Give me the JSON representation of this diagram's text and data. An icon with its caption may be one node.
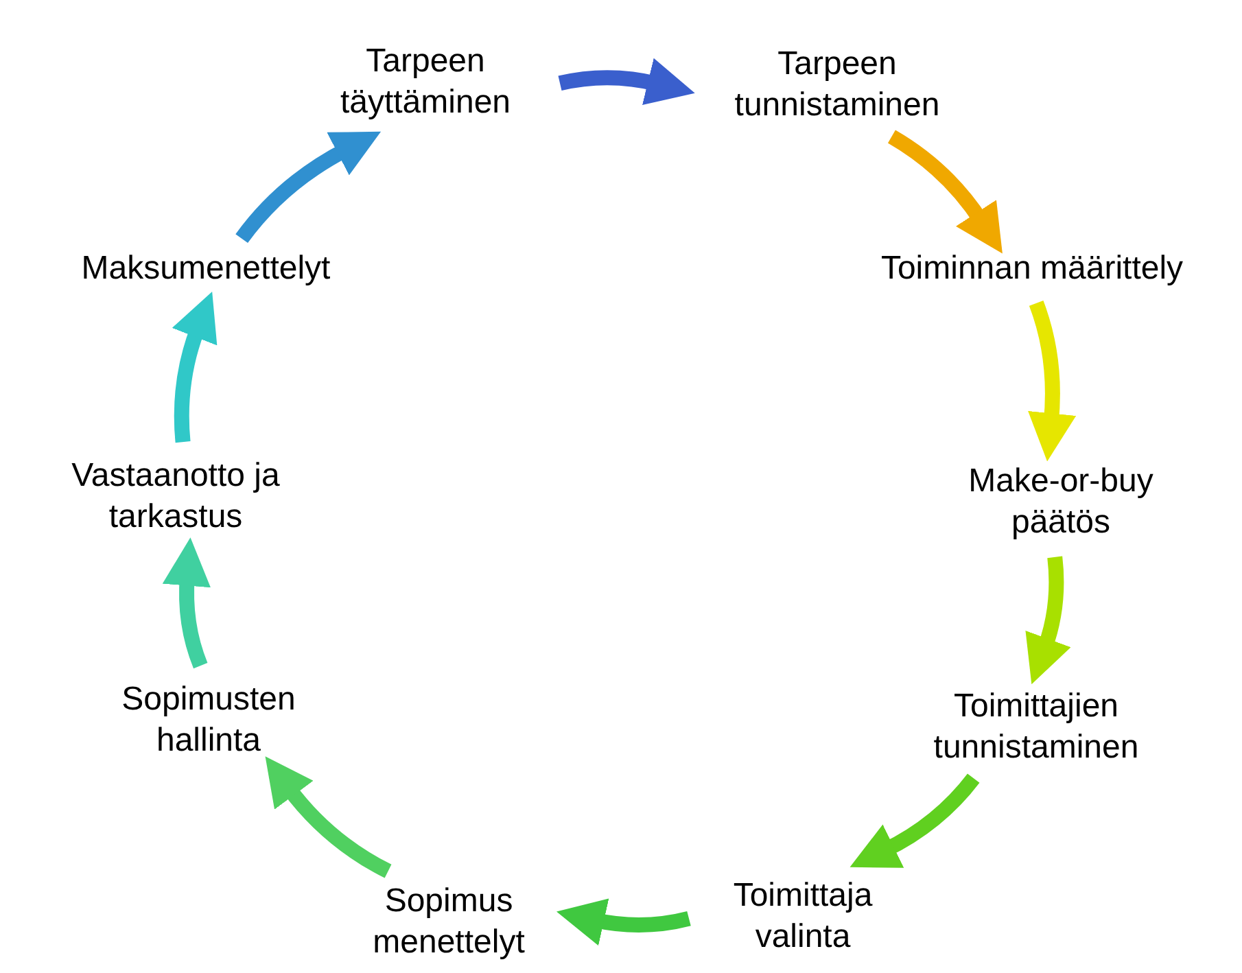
{
  "diagram": {
    "nodes": [
      {
        "text": [
          "Tarpeen tunnistaminen"
        ]
      },
      {
        "text": [
          "Toiminnan määrittely"
        ]
      },
      {
        "text": [
          "Make-or-buy päätös"
        ]
      },
      {
        "text": [
          "Toimittajien tunnistaminen"
        ]
      },
      {
        "text": [
          "Toimittaja valinta"
        ]
      },
      {
        "text": [
          "Sopimus menettelyt"
        ]
      },
      {
        "text": [
          "Sopimusten hallinta"
        ]
      },
      {
        "text": [
          "Vastaanotto ja tarkastus"
        ]
      },
      {
        "text": [
          "Maksumenettelyt"
        ]
      },
      {
        "text": [
          "Tarpeen täyttäminen"
        ]
      }
    ],
    "edges": [
      {
        "from": 9,
        "to": 0,
        "arrow": "to",
        "color": "#3a5fcd"
      },
      {
        "from": 0,
        "to": 1,
        "arrow": "to",
        "color": "#f0a800"
      },
      {
        "from": 1,
        "to": 2,
        "arrow": "to",
        "color": "#e6e600"
      },
      {
        "from": 2,
        "to": 3,
        "arrow": "to",
        "color": "#a8e000"
      },
      {
        "from": 3,
        "to": 4,
        "arrow": "to",
        "color": "#60d020"
      },
      {
        "from": 4,
        "to": 5,
        "arrow": "to",
        "color": "#40c840"
      },
      {
        "from": 5,
        "to": 6,
        "arrow": "to",
        "color": "#50d060"
      },
      {
        "from": 6,
        "to": 7,
        "arrow": "to",
        "color": "#40d0a0"
      },
      {
        "from": 7,
        "to": 8,
        "arrow": "to",
        "color": "#30c8c8"
      },
      {
        "from": 8,
        "to": 9,
        "arrow": "to",
        "color": "#3090d0"
      }
    ]
  }
}
